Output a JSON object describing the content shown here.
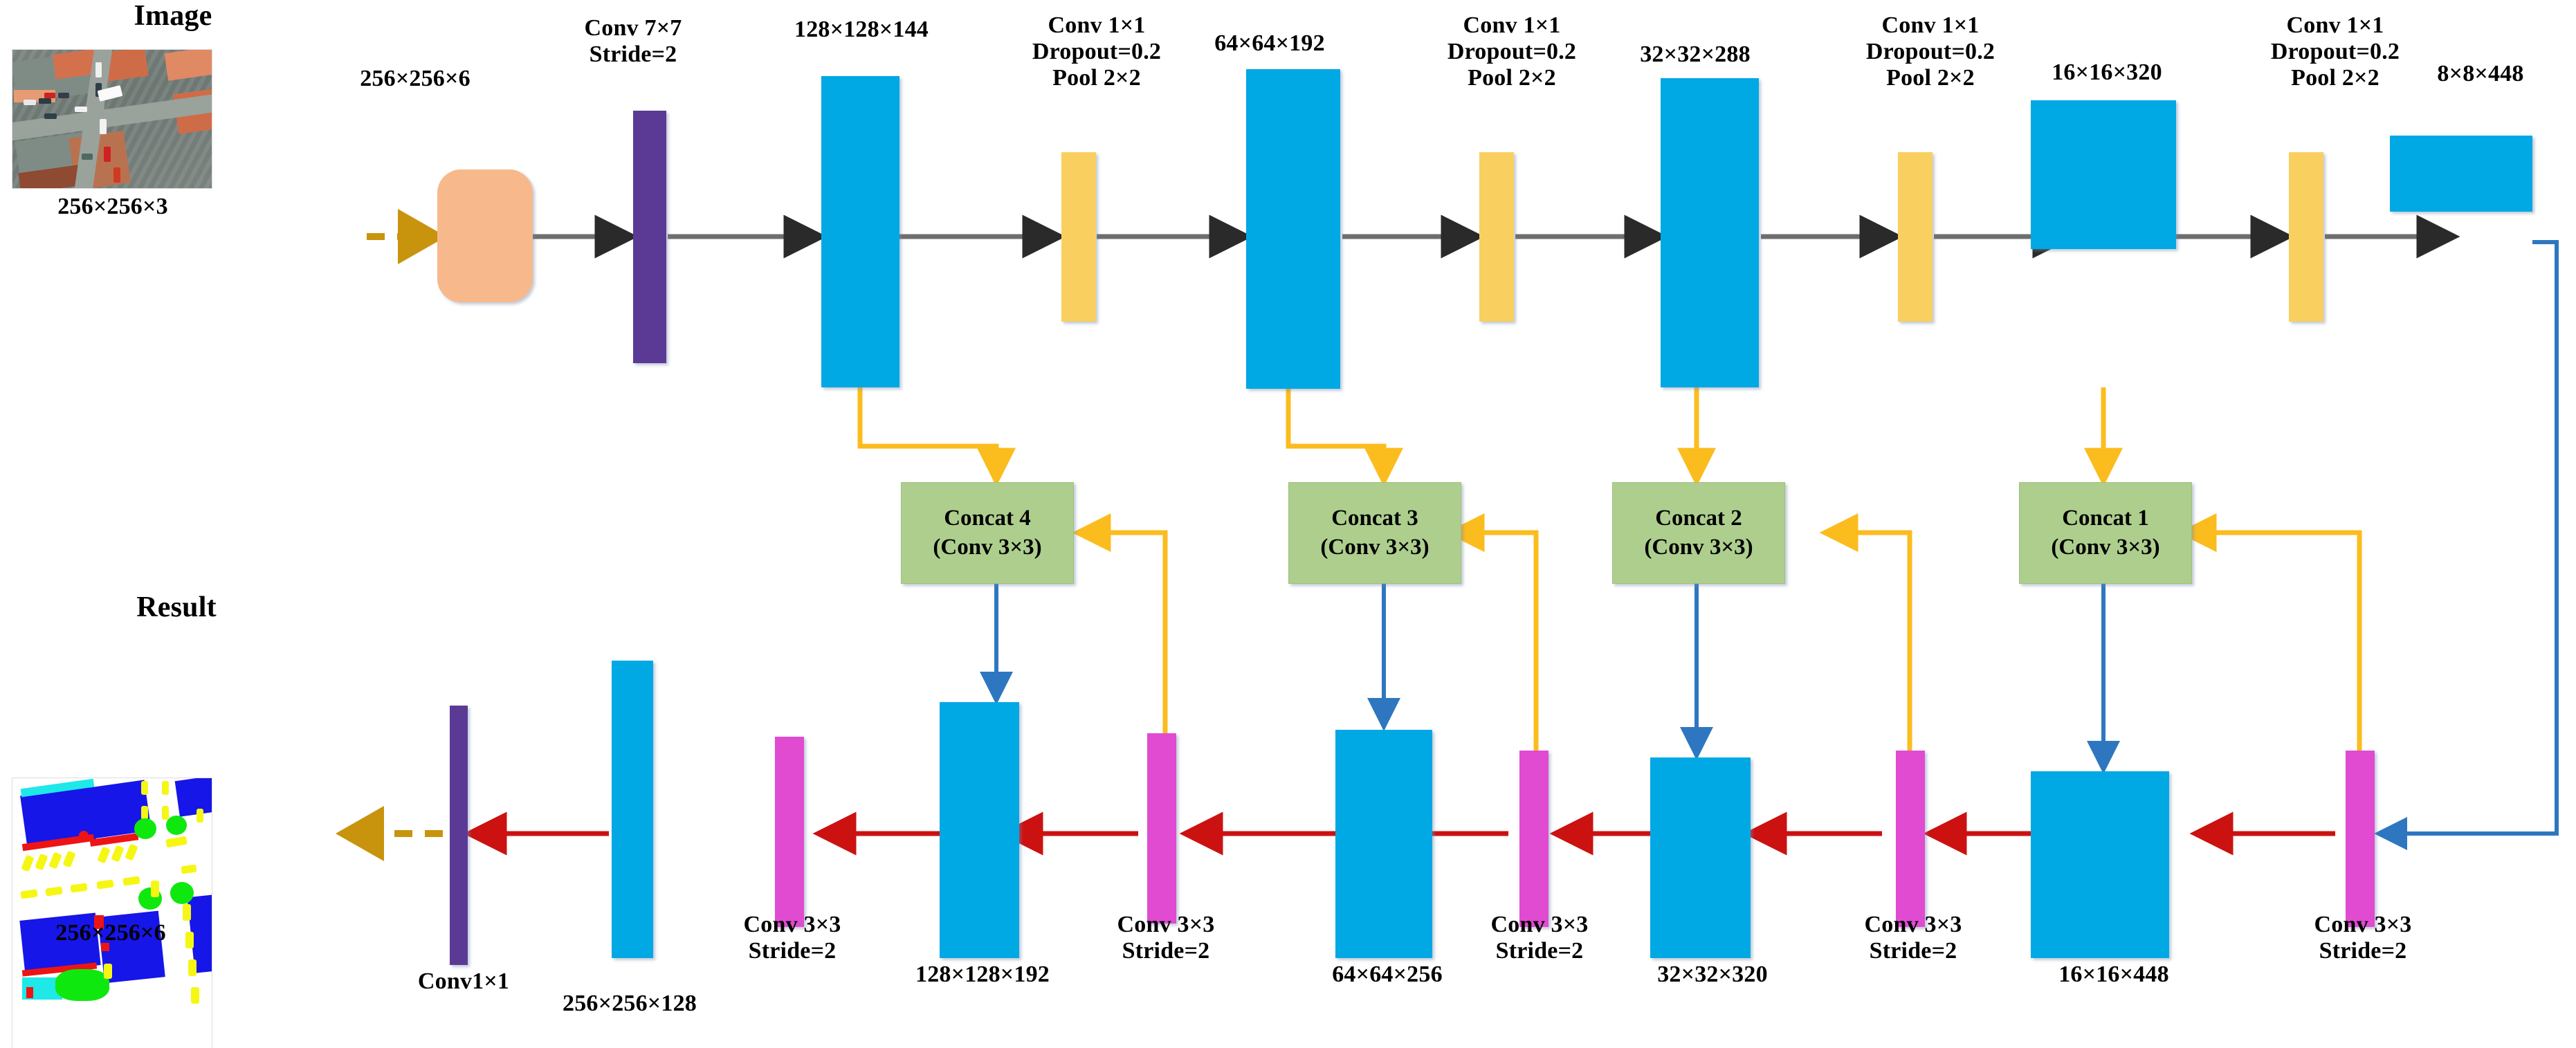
{
  "figure": {
    "type": "neural-network-architecture",
    "title_left_top": "Image",
    "title_left_bottom": "Result"
  },
  "input": {
    "heading": "Image",
    "photo_caption": "256×256×3",
    "stem_label": "256×256×6"
  },
  "output": {
    "heading": "Result",
    "photo_caption": "256×256×6"
  },
  "encoder": {
    "ops": [
      {
        "id": "conv7",
        "label": "Conv 7×7\nStride=2",
        "color": "#5B3A96"
      },
      {
        "id": "pool1",
        "label": "Conv 1×1\nDropout=0.2\nPool 2×2",
        "color": "#F9CF5F"
      },
      {
        "id": "pool2",
        "label": "Conv 1×1\nDropout=0.2\nPool 2×2",
        "color": "#F9CF5F"
      },
      {
        "id": "pool3",
        "label": "Conv 1×1\nDropout=0.2\nPool 2×2",
        "color": "#F9CF5F"
      },
      {
        "id": "pool4",
        "label": "Conv 1×1\nDropout=0.2\nPool 2×2",
        "color": "#F9CF5F"
      }
    ],
    "features": [
      {
        "id": "e1",
        "label": "128×128×144"
      },
      {
        "id": "e2",
        "label": "64×64×192"
      },
      {
        "id": "e3",
        "label": "32×32×288"
      },
      {
        "id": "e4",
        "label": "16×16×320"
      },
      {
        "id": "e5",
        "label": "8×8×448"
      }
    ]
  },
  "concat": [
    {
      "id": "c4",
      "title": "Concat 4",
      "sub": "(Conv 3×3)"
    },
    {
      "id": "c3",
      "title": "Concat 3",
      "sub": "(Conv 3×3)"
    },
    {
      "id": "c2",
      "title": "Concat 2",
      "sub": "(Conv 3×3)"
    },
    {
      "id": "c1",
      "title": "Concat 1",
      "sub": "(Conv 3×3)"
    }
  ],
  "decoder": {
    "ops": [
      {
        "id": "d-conv1x1",
        "label": "Conv1×1",
        "color": "#5B3A96"
      },
      {
        "id": "up4",
        "label": "Conv 3×3\nStride=2",
        "color": "#E04BD1"
      },
      {
        "id": "up3",
        "label": "Conv 3×3\nStride=2",
        "color": "#E04BD1"
      },
      {
        "id": "up2",
        "label": "Conv 3×3\nStride=2",
        "color": "#E04BD1"
      },
      {
        "id": "up1",
        "label": "Conv 3×3\nStride=2",
        "color": "#E04BD1"
      },
      {
        "id": "up0",
        "label": "Conv 3×3\nStride=2",
        "color": "#E04BD1"
      }
    ],
    "features": [
      {
        "id": "d0",
        "label": "256×256×128"
      },
      {
        "id": "d1",
        "label": "128×128×192"
      },
      {
        "id": "d2",
        "label": "64×64×256"
      },
      {
        "id": "d3",
        "label": "32×32×320"
      },
      {
        "id": "d4",
        "label": "16×16×448"
      }
    ]
  },
  "colors": {
    "encoder_flow_arrow": "#6E6E6E",
    "decoder_flow_arrow": "#CC1111",
    "skip_connection": "#FBBC1E",
    "concat_to_decoder": "#2E77C0",
    "io_dashed_arrow": "#C8940D",
    "block_cyan": "#00A8E4",
    "block_purple": "#5B3A96",
    "block_yellow": "#F9CF5F",
    "block_magenta": "#E04BD1",
    "block_peach": "#F7B98B",
    "concat_green": "#AECE8E"
  }
}
